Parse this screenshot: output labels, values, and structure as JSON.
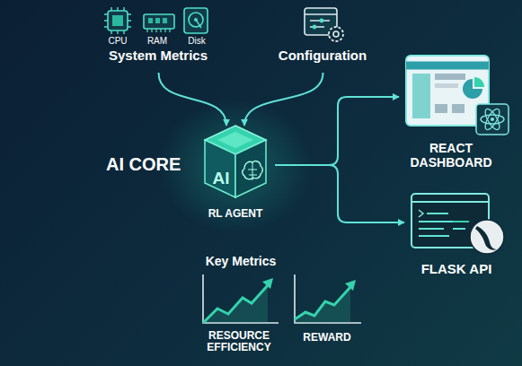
{
  "diagram": {
    "nodes": [
      {
        "text": [
          "System Metrics"
        ]
      },
      {
        "text": [
          "Configuration"
        ]
      },
      {
        "text": [
          "AI CORE",
          "AI",
          "RL AGENT"
        ]
      },
      {
        "text": [
          "REACT DASHBOARD"
        ]
      },
      {
        "text": [
          "FLASK API"
        ]
      },
      {
        "text": [
          "RESOURCE EFFICIENCY"
        ]
      },
      {
        "text": [
          "REWARD"
        ]
      }
    ],
    "edges": [
      {
        "from": 0,
        "to": 2,
        "arrow": "to"
      },
      {
        "from": 1,
        "to": 2,
        "arrow": "to"
      },
      {
        "from": 2,
        "to": 3,
        "arrow": "to"
      },
      {
        "from": 2,
        "to": 4,
        "arrow": "to"
      }
    ],
    "labels": [
      "CPU",
      "RAM",
      "Disk",
      "Key Metrics"
    ]
  }
}
